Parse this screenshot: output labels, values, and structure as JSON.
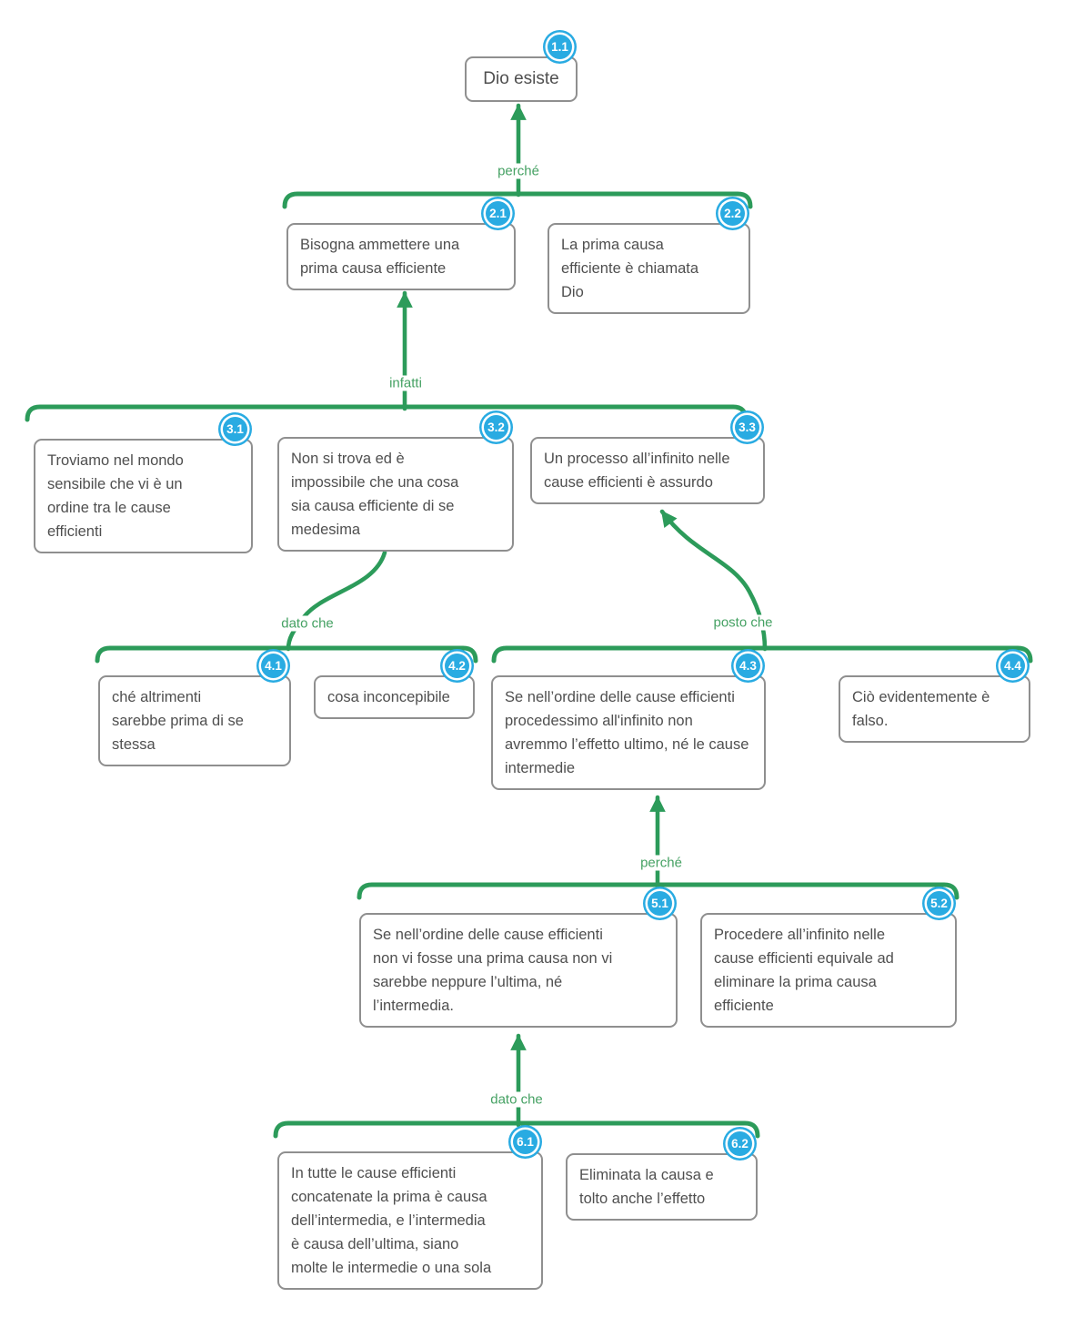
{
  "diagram": {
    "colors": {
      "connector_green": "#2c9b5a",
      "edge_label_green": "#45a163",
      "badge_blue": "#29abe2",
      "node_border_gray": "#8f8f8f",
      "node_text_gray": "#4f4f4f"
    },
    "nodes": {
      "n11": {
        "badge": "1.1",
        "text": "Dio esiste"
      },
      "n21": {
        "badge": "2.1",
        "text": "Bisogna ammettere una\nprima causa efficiente"
      },
      "n22": {
        "badge": "2.2",
        "text": "La prima causa\nefficiente è chiamata\nDio"
      },
      "n31": {
        "badge": "3.1",
        "text": "Troviamo nel mondo\nsensibile che vi è un\nordine tra le cause\nefficienti"
      },
      "n32": {
        "badge": "3.2",
        "text": "Non si trova ed è\nimpossibile che una cosa\nsia causa efficiente di se\nmedesima"
      },
      "n33": {
        "badge": "3.3",
        "text": "Un processo all’infinito nelle\ncause efficienti è assurdo"
      },
      "n41": {
        "badge": "4.1",
        "text": "ché altrimenti\nsarebbe prima di se\nstessa"
      },
      "n42": {
        "badge": "4.2",
        "text": "cosa inconcepibile"
      },
      "n43": {
        "badge": "4.3",
        "text": "Se nell’ordine delle cause efficienti\nprocedessimo all'infinito non\navremmo l’effetto ultimo, né le cause\nintermedie"
      },
      "n44": {
        "badge": "4.4",
        "text": "Ciò evidentemente è\nfalso."
      },
      "n51": {
        "badge": "5.1",
        "text": "Se nell’ordine delle cause efficienti\nnon vi fosse una prima causa non vi\nsarebbe neppure l’ultima, né\nl’intermedia."
      },
      "n52": {
        "badge": "5.2",
        "text": "Procedere all’infinito nelle\ncause efficienti equivale ad\neliminare la prima causa\nefficiente"
      },
      "n61": {
        "badge": "6.1",
        "text": "In tutte le cause efficienti\nconcatenate la prima è causa\ndell’intermedia, e l’intermedia\nè causa dell’ultima, siano\nmolte le intermedie o una sola"
      },
      "n62": {
        "badge": "6.2",
        "text": "Eliminata la causa e\ntolto anche l’effetto"
      }
    },
    "edge_labels": {
      "perche_1": "perché",
      "infatti": "infatti",
      "dato_che_1": "dato che",
      "posto_che": "posto che",
      "perche_2": "perché",
      "dato_che_2": "dato che"
    }
  }
}
